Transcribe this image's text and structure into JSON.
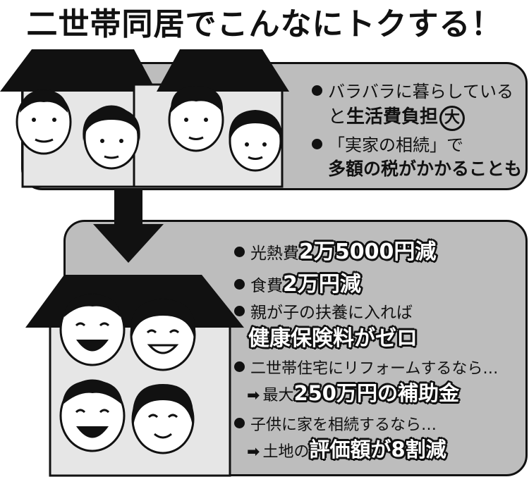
{
  "title": "二世帯同居でこんなにトクする！",
  "before": {
    "items": [
      {
        "line1": "バラバラに暮らしている",
        "line2_pre": "と",
        "line2_bold": "生活費負担",
        "line2_badge": "大"
      },
      {
        "line1": "「実家の相続」で",
        "line2_bold": "多額の税がかかることも"
      }
    ]
  },
  "after": {
    "items": [
      {
        "text": "光熱費",
        "highlight": "2万5000円減"
      },
      {
        "text": "食費",
        "highlight": "2万円減"
      },
      {
        "text": "親が子の扶養に入れば",
        "highlight_line": "健康保険料がゼロ"
      },
      {
        "text": "二世帯住宅にリフォームするなら…",
        "arrow": "➡",
        "sub_pre": "最大",
        "highlight_line": "250万円の補助金"
      },
      {
        "text": "子供に家を相続するなら…",
        "arrow": "➡",
        "sub_pre": "土地の",
        "highlight_line": "評価額が8割減"
      }
    ]
  },
  "colors": {
    "panel": "#bdbdbd",
    "house_roof": "#111111",
    "house_wall": "#e6e6e6",
    "ink": "#111111"
  },
  "icons": [
    "house-icon",
    "down-arrow-icon",
    "face-icon",
    "bullet-icon",
    "right-arrow-icon"
  ]
}
